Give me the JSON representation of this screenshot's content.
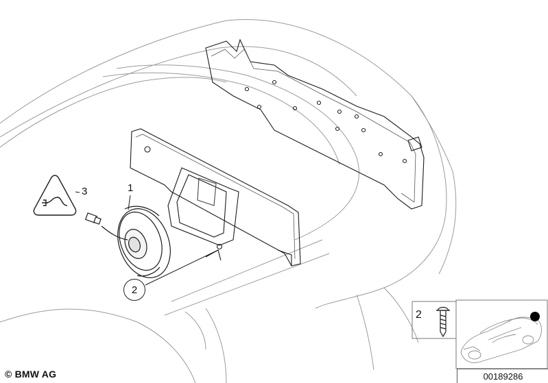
{
  "callouts": {
    "part_1": "1",
    "part_2": "2",
    "part_3": "3",
    "screw_box_label": "2"
  },
  "footer": {
    "copyright": "© BMW AG",
    "image_number": "00189286"
  },
  "icons": {
    "warning_triangle": "plug-warning-icon",
    "screw": "screw-icon",
    "car_locator": "car-locator-icon",
    "speaker": "speaker-icon",
    "connector": "connector-icon"
  },
  "colors": {
    "line": "#1a1a1a",
    "faint_line": "#9a9a9a",
    "background": "#ffffff",
    "marker": "#000000"
  }
}
